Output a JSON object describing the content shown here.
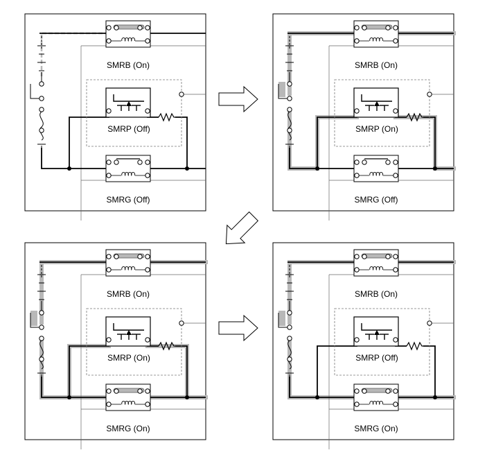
{
  "panels": [
    {
      "id": "p1",
      "smrb": "SMRB (On)",
      "smrp": "SMRP (Off)",
      "smrg": "SMRG (Off)",
      "state": {
        "b": true,
        "p": false,
        "g": false
      }
    },
    {
      "id": "p2",
      "smrb": "SMRB (On)",
      "smrp": "SMRP (On)",
      "smrg": "SMRG (Off)",
      "state": {
        "b": true,
        "p": true,
        "g": false
      }
    },
    {
      "id": "p3",
      "smrb": "SMRB (On)",
      "smrp": "SMRP (On)",
      "smrg": "SMRG (On)",
      "state": {
        "b": true,
        "p": true,
        "g": true
      }
    },
    {
      "id": "p4",
      "smrb": "SMRB (On)",
      "smrp": "SMRP (Off)",
      "smrg": "SMRG (On)",
      "state": {
        "b": true,
        "p": false,
        "g": true
      }
    }
  ],
  "highlight_color": "#b8b8b8",
  "line_color": "#000000"
}
